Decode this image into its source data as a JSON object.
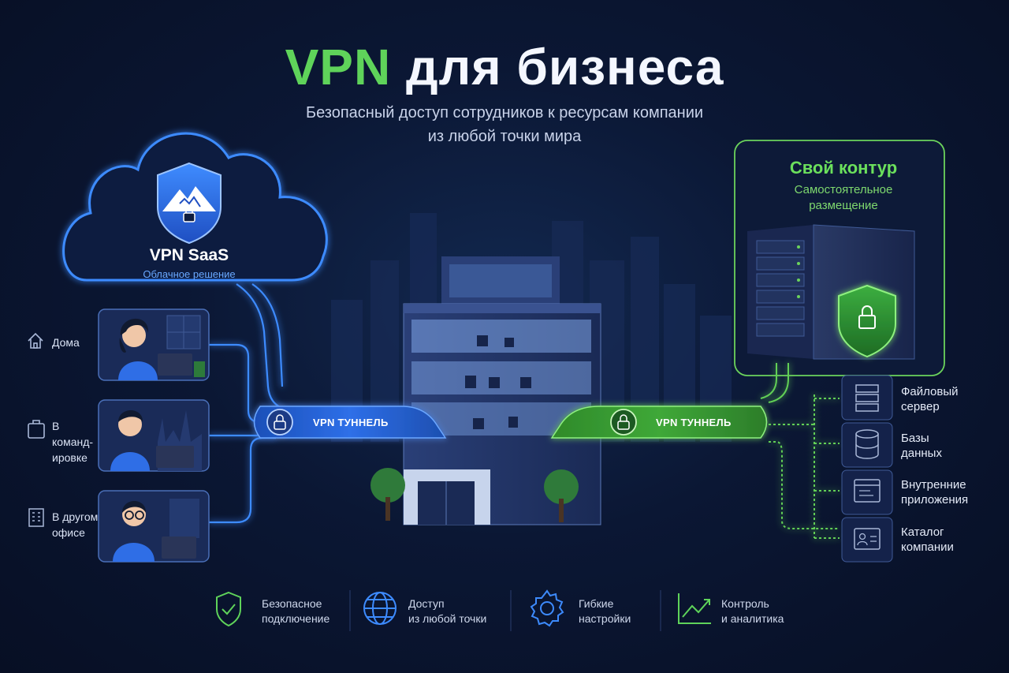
{
  "header": {
    "title_accent": "VPN",
    "title_rest": "для бизнеса",
    "subtitle_line1": "Безопасный доступ сотрудников к ресурсам компании",
    "subtitle_line2": "из любой точки мира"
  },
  "cloud": {
    "title": "VPN SaaS",
    "subtitle": "Облачное решение",
    "icon": "mountain-shield-lock-icon"
  },
  "own_infra": {
    "title": "Свой контур",
    "subtitle_line1": "Самостоятельное",
    "subtitle_line2": "размещение",
    "icon": "server-rack-shield-icon"
  },
  "tunnels": {
    "left_label": "VPN ТУННЕЛЬ",
    "right_label": "VPN ТУННЕЛЬ"
  },
  "locations": [
    {
      "icon": "home-icon",
      "line1": "Дома",
      "line2": ""
    },
    {
      "icon": "suitcase-icon",
      "line1": "В",
      "line2": "команд-",
      "line3": "ировке"
    },
    {
      "icon": "office-building-icon",
      "line1": "В другом",
      "line2": "офисе"
    }
  ],
  "resources": [
    {
      "icon": "file-server-icon",
      "line1": "Файловый",
      "line2": "сервер"
    },
    {
      "icon": "database-icon",
      "line1": "Базы",
      "line2": "данных"
    },
    {
      "icon": "app-window-icon",
      "line1": "Внутренние",
      "line2": "приложения"
    },
    {
      "icon": "contact-card-icon",
      "line1": "Каталог",
      "line2": "компании"
    }
  ],
  "features": [
    {
      "icon": "shield-check-icon",
      "line1": "Безопасное",
      "line2": "подключение"
    },
    {
      "icon": "globe-icon",
      "line1": "Доступ",
      "line2": "из любой точки"
    },
    {
      "icon": "gear-icon",
      "line1": "Гибкие",
      "line2": "настройки"
    },
    {
      "icon": "chart-line-icon",
      "line1": "Контроль",
      "line2": "и аналитика"
    }
  ],
  "colors": {
    "accent_green": "#5fd35a",
    "accent_blue": "#3d8bff",
    "background": "#0b1734"
  }
}
